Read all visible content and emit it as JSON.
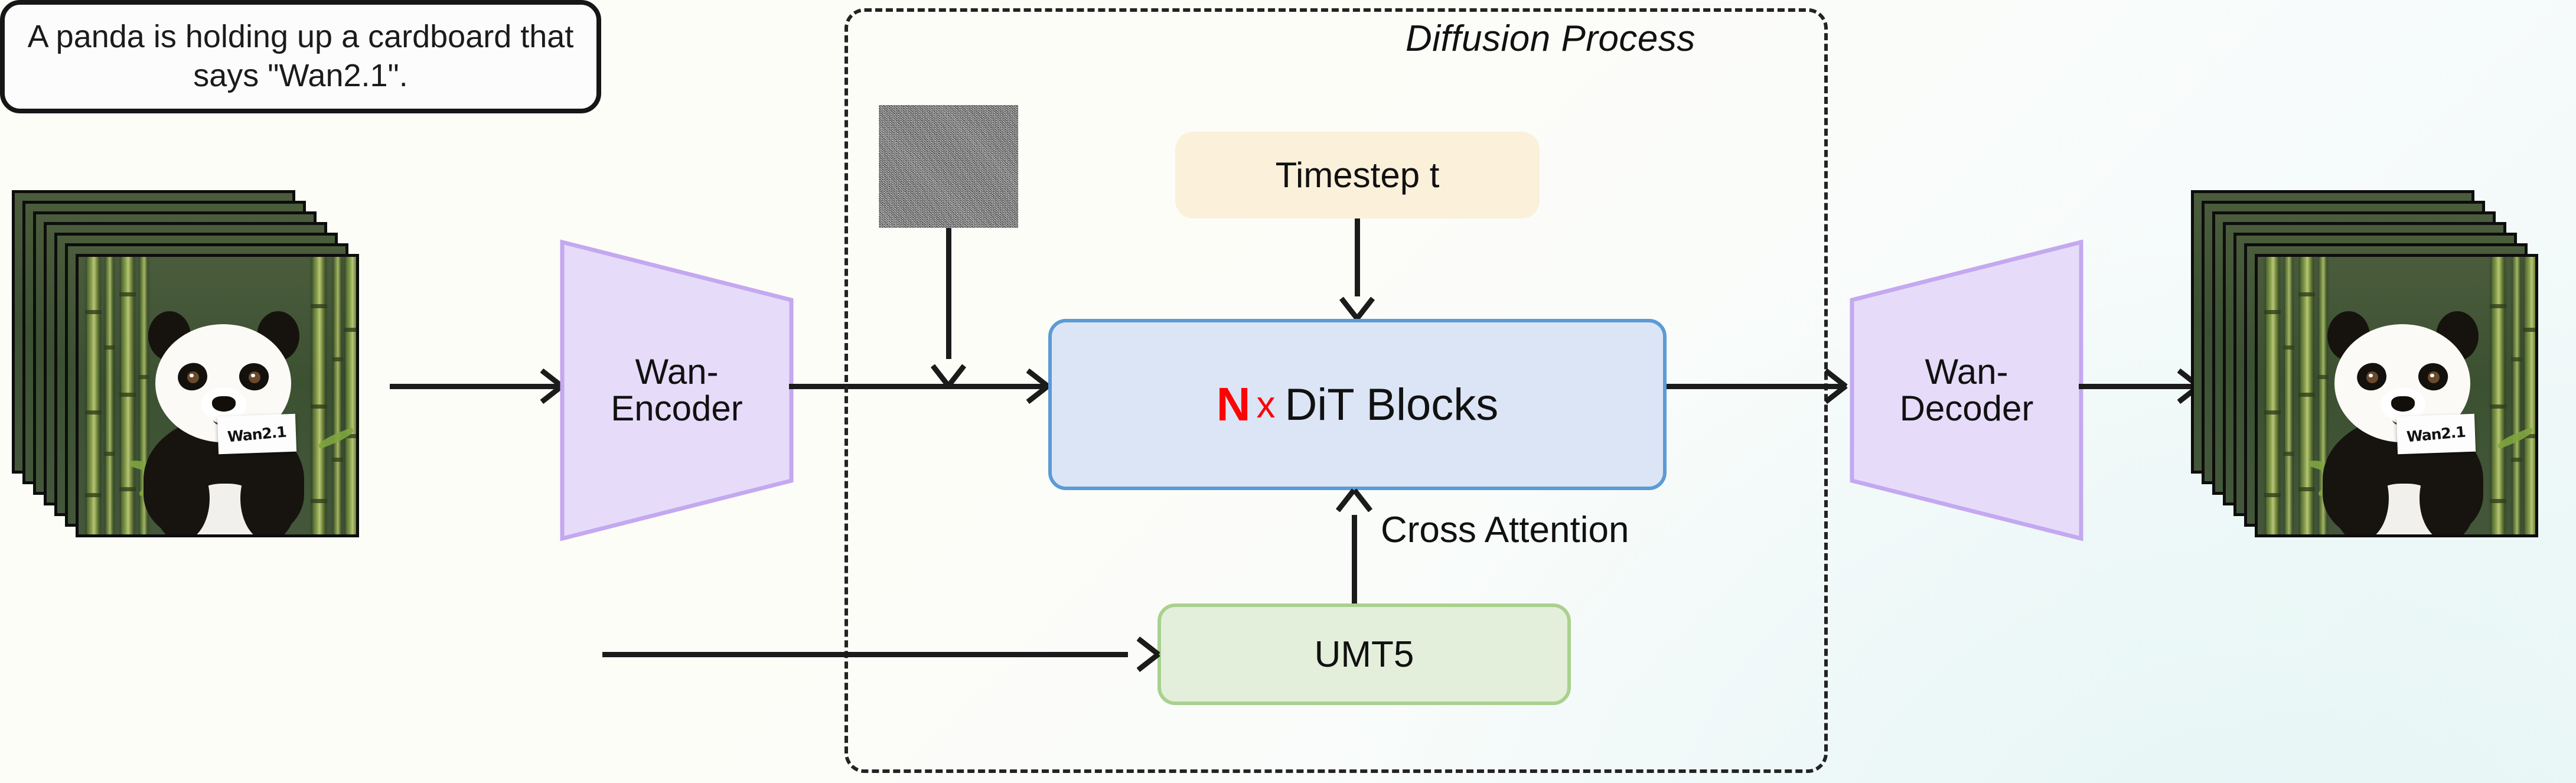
{
  "diagram": {
    "title": "Wan2.1 text-to-video diffusion architecture",
    "region_label": "Diffusion Process"
  },
  "input": {
    "frames_alt": "video-frame-stack-input",
    "sign_text": "Wan2.1"
  },
  "prompt": {
    "text": "A panda is holding up a cardboard that says \"Wan2.1\"."
  },
  "encoder": {
    "line1": "Wan-",
    "line2": "Encoder"
  },
  "decoder": {
    "line1": "Wan-",
    "line2": "Decoder"
  },
  "noise": {
    "alt": "gaussian-noise-latent"
  },
  "timestep": {
    "label": "Timestep t"
  },
  "dit": {
    "count": "N",
    "multiply": "x",
    "label": "DiT Blocks"
  },
  "text_encoder": {
    "label": "UMT5"
  },
  "cross_attention": {
    "label": "Cross Attention"
  },
  "output": {
    "frames_alt": "video-frame-stack-output",
    "sign_text": "Wan2.1"
  },
  "colors": {
    "dit_fill": "#dce5f5",
    "dit_border": "#5b9bd5",
    "timestep_fill": "#fbf0da",
    "umt5_fill": "#e3efda",
    "umt5_border": "#a9d18e",
    "trapezoid_fill": "#e6dcfa",
    "trapezoid_border": "#c4a8f0",
    "accent_red": "#fb0404",
    "arrow": "#1b1b1b"
  }
}
